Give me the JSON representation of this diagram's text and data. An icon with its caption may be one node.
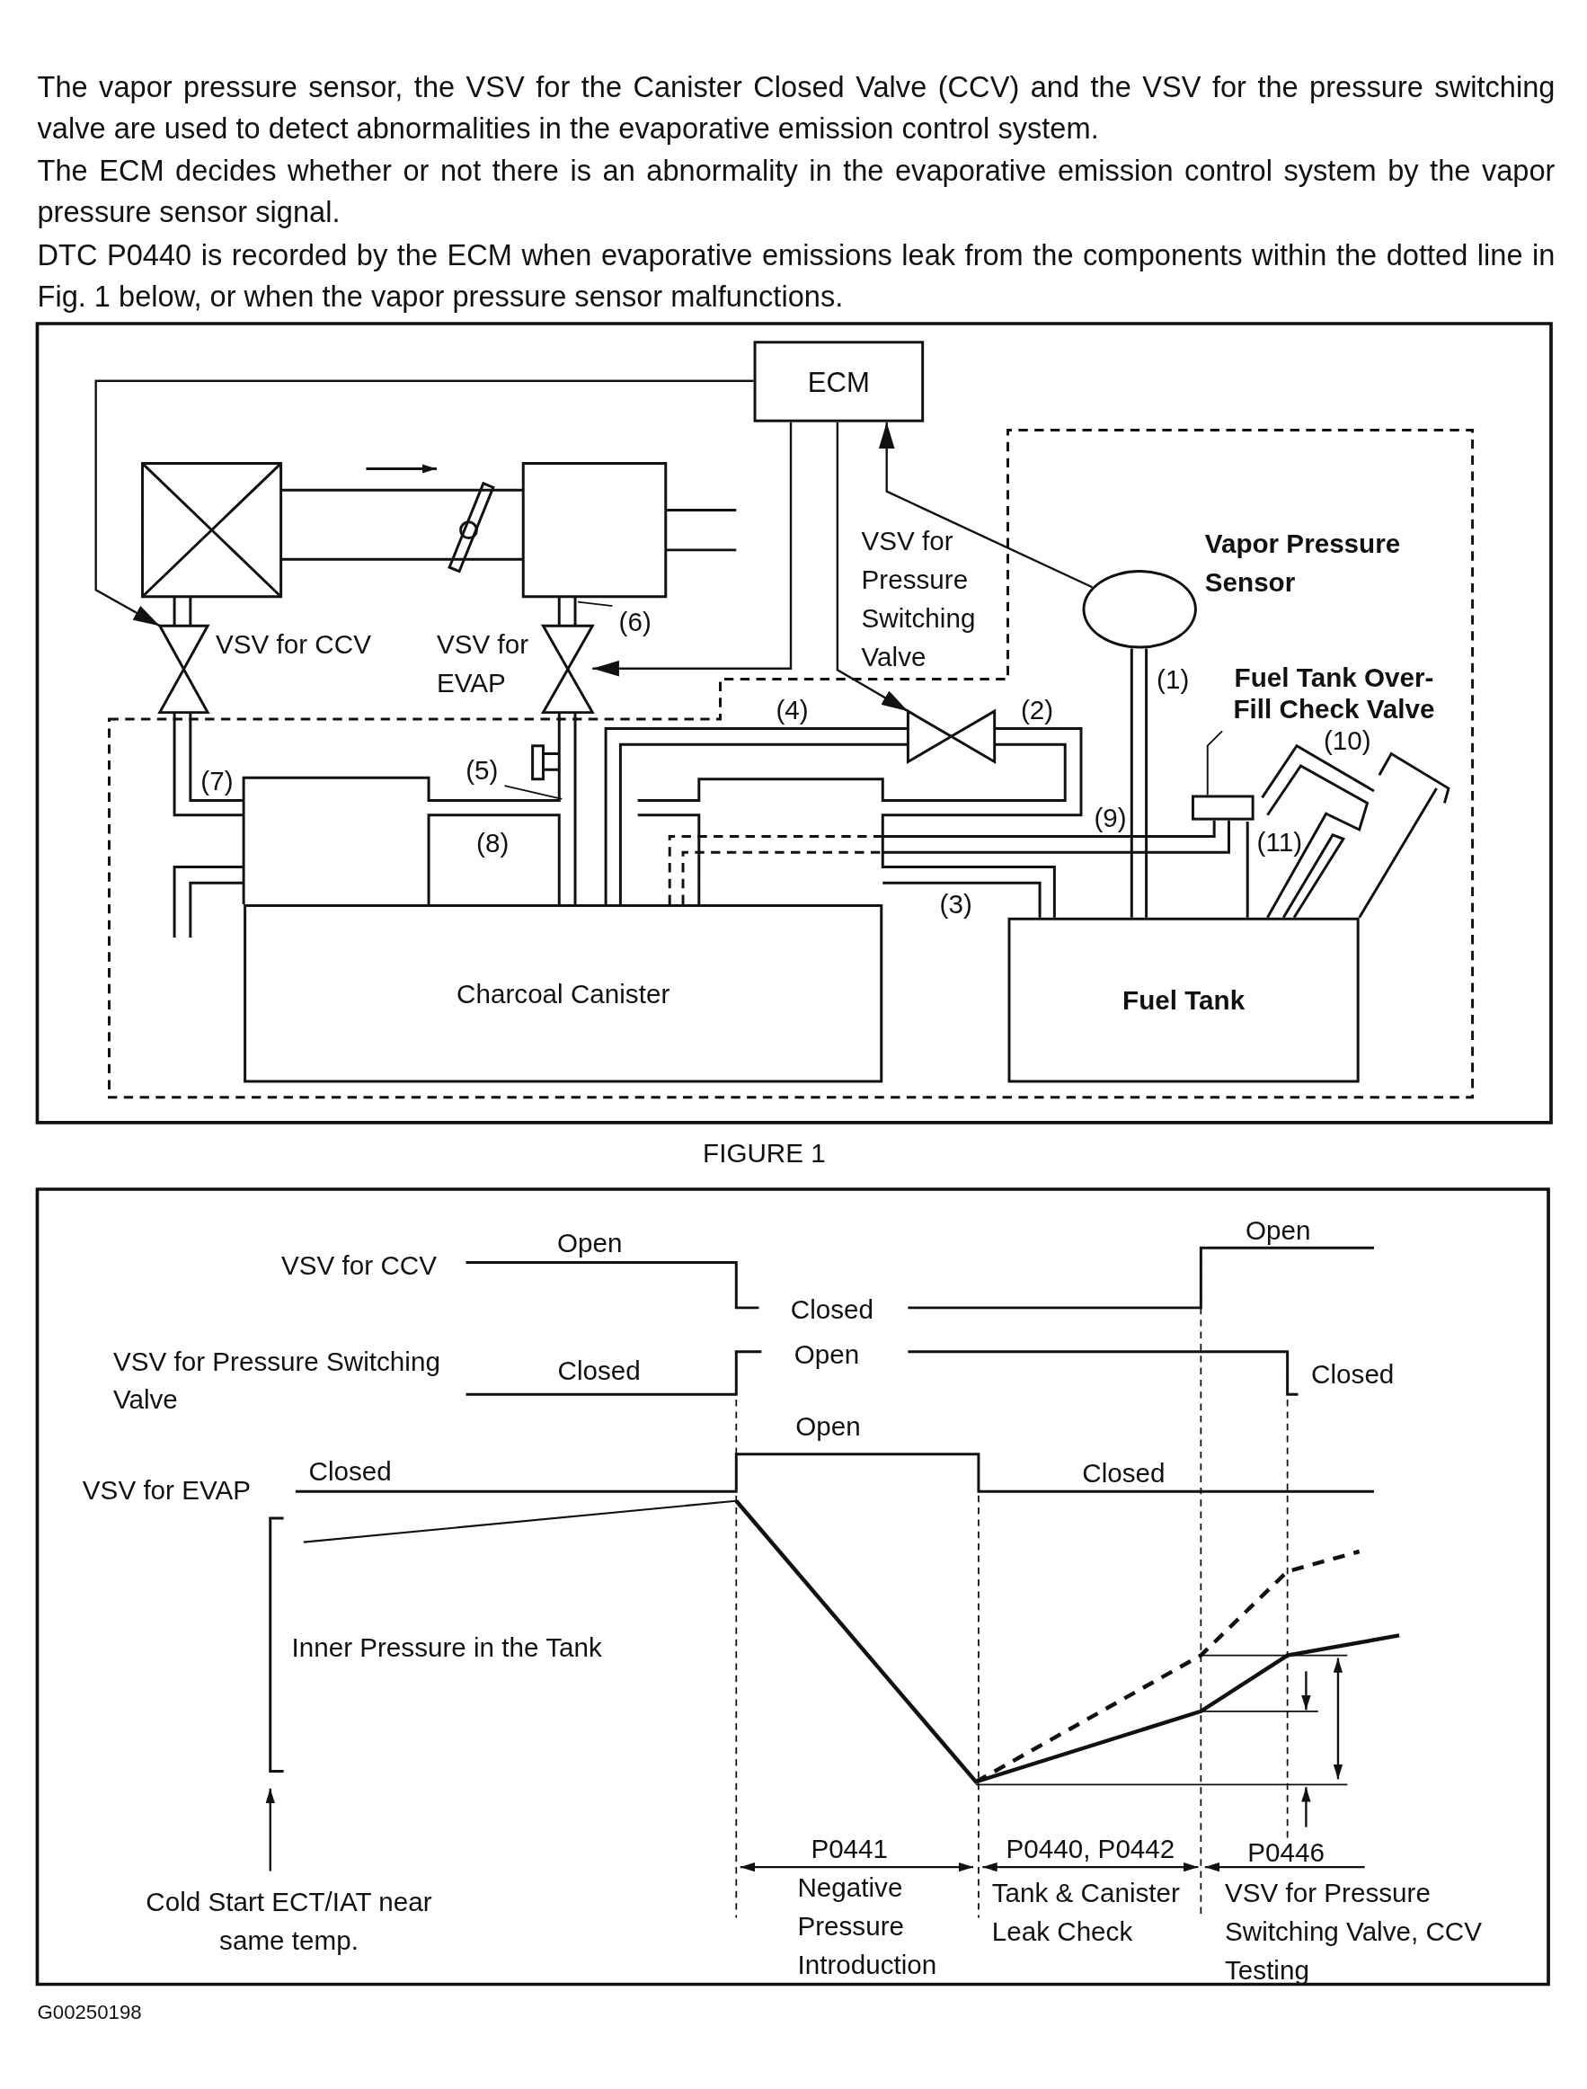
{
  "diagram": {
    "caption": "FIGURE 1",
    "nodes": [
      {
        "text": [
          "ECM"
        ]
      },
      {
        "text": [],
        "shape": "valve",
        "beside": [
          "VSV for CCV"
        ]
      },
      {
        "text": [],
        "shape": "valve",
        "beside": [
          "VSV for EVAP"
        ]
      },
      {
        "text": [
          "(6)"
        ]
      },
      {
        "text": [],
        "shape": "valve",
        "beside": [
          "VSV for Pressure Switching Valve"
        ]
      },
      {
        "text": [],
        "shape": "ellipse",
        "beside": [
          "Vapor Pressure Sensor"
        ]
      },
      {
        "text": [
          "Fuel Tank Over-Fill Check Valve"
        ]
      },
      {
        "text": [],
        "shape": "box"
      },
      {
        "text": [
          "(5)"
        ]
      },
      {
        "text": [
          "Charcoal Canister"
        ]
      },
      {
        "text": [
          "Fuel Tank"
        ]
      }
    ],
    "edges": [
      {
        "from": 0,
        "to": 1,
        "arrow": "to"
      },
      {
        "from": 0,
        "to": 2,
        "arrow": "to"
      },
      {
        "from": 0,
        "to": 4,
        "arrow": "to"
      },
      {
        "from": 5,
        "to": 0,
        "arrow": "to"
      },
      {
        "from": 8,
        "to": null,
        "arrow": "none"
      },
      {
        "from": 3,
        "to": null,
        "arrow": "none"
      },
      {
        "from": 6,
        "to": 7,
        "arrow": "none"
      }
    ],
    "labels": [
      "The vapor pressure sensor, the VSV for the Canister Closed Valve (CCV) and the VSV for the pressure switching valve are used to detect abnormalities in the evaporative emission control system.",
      "The ECM decides whether or not there is an abnormality in the evaporative emission control system by the vapor pressure sensor signal.",
      "DTC P0440 is recorded by the ECM when evaporative emissions leak from the components within the dotted line in Fig. 1 below, or when the vapor pressure sensor malfunctions.",
      "(1)",
      "(4)",
      "(2)",
      "(10)",
      "(7)",
      "(9)",
      "(8)",
      "(11)",
      "(3)",
      "Open",
      "Open",
      "VSV for CCV",
      "Closed",
      "Open",
      "Closed",
      "Closed",
      "VSV for Pressure Switching Valve",
      "Open",
      "Closed",
      "Closed",
      "VSV for EVAP",
      "Inner Pressure in the Tank",
      "P0441",
      "P0440, P0442",
      "P0446",
      "Negative Pressure Introduction",
      "Tank & Canister Leak Check",
      "VSV for Pressure Switching Valve, CCV Testing",
      "Cold Start ECT/IAT near same temp.",
      "G00250198"
    ]
  }
}
